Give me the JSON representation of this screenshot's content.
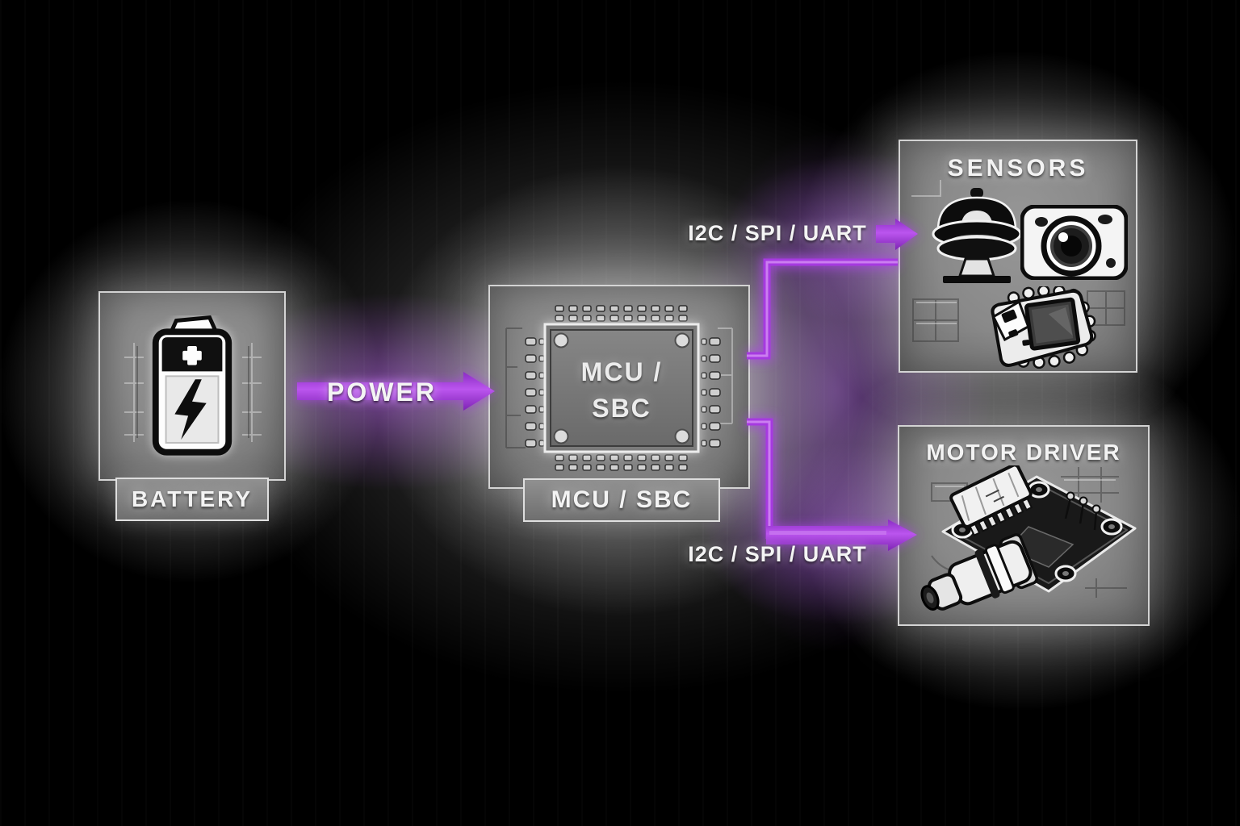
{
  "nodes": {
    "battery": {
      "label": "BATTERY"
    },
    "mcu": {
      "chip_line1": "MCU /",
      "chip_line2": "SBC",
      "label": "MCU / SBC"
    },
    "sensors": {
      "title": "SENSORS",
      "icons": [
        "ultrasonic-sensor-icon",
        "camera-icon",
        "imu-chip-icon"
      ]
    },
    "motor_driver": {
      "title": "MOTOR DRIVER",
      "icons": [
        "motor-driver-board-icon"
      ]
    }
  },
  "edges": {
    "power": {
      "from": "battery",
      "to": "mcu",
      "label": "POWER"
    },
    "bus_to_sensors": {
      "from": "mcu",
      "to": "sensors",
      "label": "I2C / SPI / UART"
    },
    "bus_to_motor": {
      "from": "mcu",
      "to": "motor_driver",
      "label": "I2C / SPI / UART"
    }
  },
  "colors": {
    "background": "#000000",
    "accent": "#a63ae0",
    "accent_bright": "#c468f0",
    "panel_gray": "#8a8a8a",
    "text": "#f2f2f2"
  }
}
